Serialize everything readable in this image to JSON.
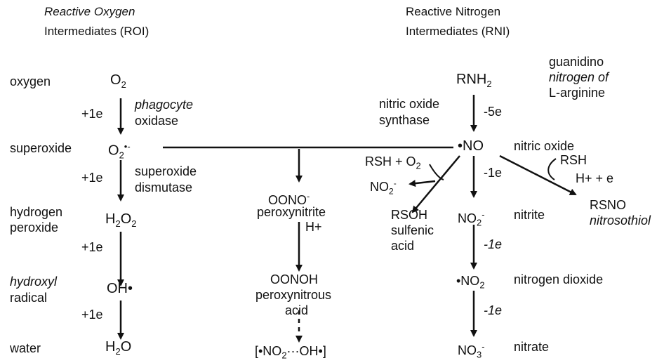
{
  "headers": {
    "roi_line1": "Reactive Oxygen",
    "roi_line2": "Intermediates  (ROI)",
    "rni_line1": "Reactive  Nitrogen",
    "rni_line2": "Intermediates  (RNI)"
  },
  "roi": {
    "labels": {
      "oxygen": "oxygen",
      "superoxide": "superoxide",
      "hydrogen": "hydrogen",
      "peroxide": "peroxide",
      "hydroxyl": "hydroxyl",
      "radical": "radical",
      "water": "water"
    },
    "species": {
      "o2_main": "O",
      "o2_sub": "2",
      "superoxide_main": "O",
      "superoxide_sub": "2",
      "superoxide_sup": "•-",
      "h2o2_h": "H",
      "h2o2_sub1": "2",
      "h2o2_o": "O",
      "h2o2_sub2": "2",
      "oh": "OH•",
      "h2o_h": "H",
      "h2o_sub": "2",
      "h2o_o": "O"
    },
    "steps": {
      "e1": "+1e",
      "e2": "+1e",
      "e3": "+1e",
      "e4": "+1e"
    },
    "enzymes": {
      "phagocyte": "phagocyte",
      "oxidase": "oxidase",
      "superoxide": "superoxide",
      "dismutase": "dismutase"
    }
  },
  "peroxynitrite": {
    "oono": "OONO",
    "oono_sup": "-",
    "name": "peroxynitrite",
    "h_plus": "H+",
    "oonoh": "OONOH",
    "acid_line1": "peroxynitrous",
    "acid_line2": "acid",
    "product": "[•NO",
    "product_sub": "2",
    "product_rest": "···OH•]"
  },
  "rni": {
    "rnh": "RNH",
    "rnh_sub": "2",
    "guanidino_1": "guanidino",
    "guanidino_2": "nitrogen of",
    "guanidino_3": "L-arginine",
    "nos_1": "nitric oxide",
    "nos_2": "synthase",
    "minus5e": "-5e",
    "no": "•NO",
    "no_label": "nitric oxide",
    "rsh_o2": "RSH + O",
    "rsh_o2_sub": "2",
    "no2_side": "NO",
    "no2_side_sub": "2",
    "no2_side_sup": "-",
    "rsoh": "RSOH",
    "sulfenic": "sulfenic",
    "acid": "acid",
    "minus1e_a": "-1e",
    "nitrite_main": "NO",
    "nitrite_sub": "2",
    "nitrite_sup": "-",
    "nitrite": "nitrite",
    "minus1e_b": "-1e",
    "no2_rad": "•NO",
    "no2_rad_sub": "2",
    "nitrogen_dioxide": "nitrogen dioxide",
    "minus1e_c": "-1e",
    "nitrate_main": "NO",
    "nitrate_sub": "3",
    "nitrate_sup": "-",
    "nitrate": "nitrate",
    "rsh": "RSH",
    "h_e": "H+ + e",
    "rsno": "RSNO",
    "nitrosothiol": "nitrosothiol"
  }
}
